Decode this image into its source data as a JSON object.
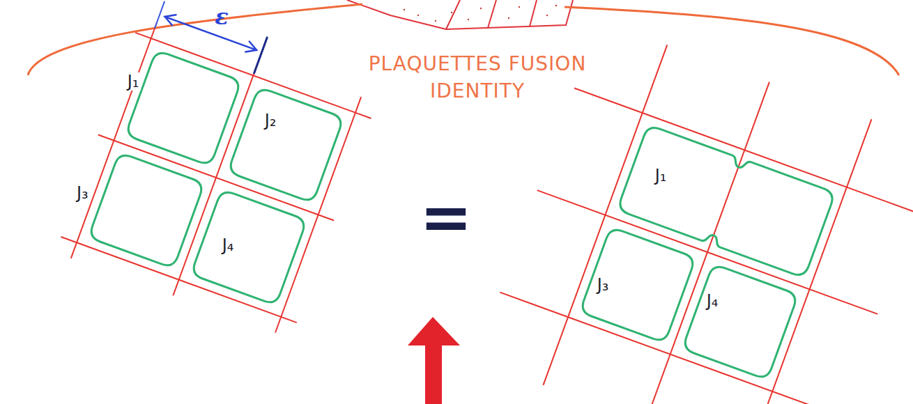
{
  "diagram": {
    "title": "PLAQUETTES FUSION IDENTITY",
    "nodes": [
      {
        "text": [
          "J₁"
        ]
      },
      {
        "text": [
          "J₂"
        ]
      },
      {
        "text": [
          "J₃"
        ]
      },
      {
        "text": [
          "J₄"
        ]
      },
      {
        "text": [
          "J₁"
        ]
      },
      {
        "text": [
          "J₃"
        ]
      },
      {
        "text": [
          "J₄"
        ]
      }
    ],
    "labels": [
      "ε",
      "="
    ]
  }
}
